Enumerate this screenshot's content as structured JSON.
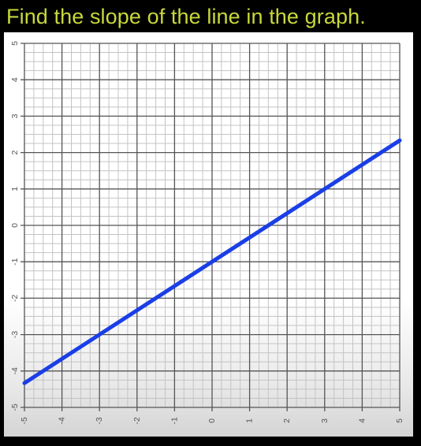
{
  "header": {
    "title": "Find the slope of the line in the graph."
  },
  "colors": {
    "title": "#c8d83a",
    "line": "#1a3fe6",
    "grid_major": "#555555",
    "grid_minor": "#c4c4c4"
  },
  "chart_data": {
    "type": "line",
    "title": "Find the slope of the line in the graph.",
    "xlabel": "",
    "ylabel": "",
    "xlim": [
      -5,
      5
    ],
    "ylim": [
      -5,
      5
    ],
    "grid": true,
    "minor_grid": true,
    "x_ticks": [
      -5,
      -4,
      -3,
      -2,
      -1,
      0,
      1,
      2,
      3,
      4,
      5
    ],
    "y_ticks": [
      -5,
      -4,
      -3,
      -2,
      -1,
      0,
      1,
      2,
      3,
      4,
      5
    ],
    "series": [
      {
        "x": [
          -5,
          5
        ],
        "y": [
          -4.333,
          2.333
        ],
        "color": "#1a3fe6"
      }
    ]
  }
}
